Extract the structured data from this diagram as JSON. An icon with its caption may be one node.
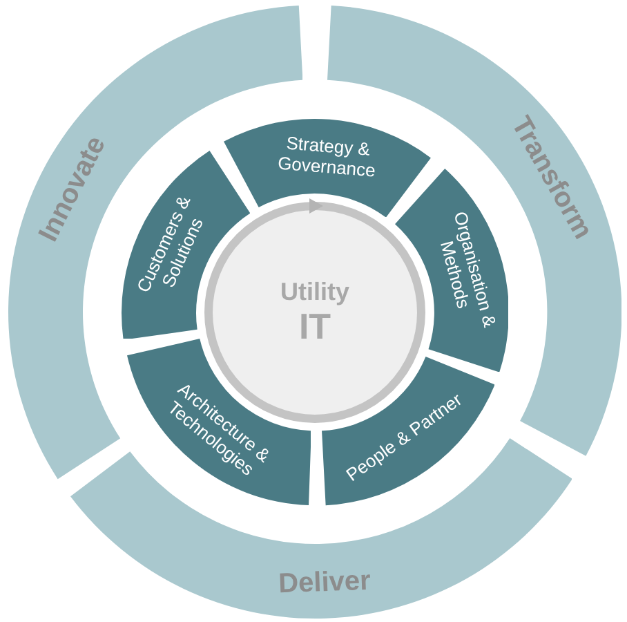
{
  "diagram": {
    "nodes": [
      {
        "text": [
          "Innovate"
        ]
      },
      {
        "text": [
          "Transform"
        ]
      },
      {
        "text": [
          "Deliver"
        ]
      },
      {
        "text": [
          "Strategy & Governance"
        ]
      },
      {
        "text": [
          "Organisation & Methods"
        ]
      },
      {
        "text": [
          "People & Partner"
        ]
      },
      {
        "text": [
          "Architecture & Technologies"
        ]
      },
      {
        "text": [
          "Customers & Solutions"
        ]
      },
      {
        "text": [
          "Utility",
          "IT"
        ]
      }
    ],
    "edges": []
  }
}
